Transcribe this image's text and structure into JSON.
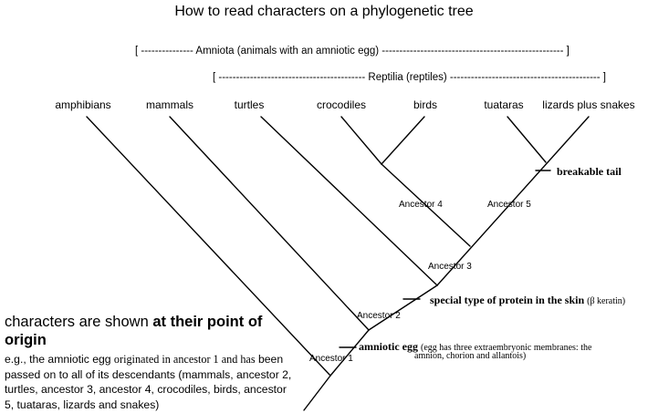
{
  "title": "How to read characters on a phylogenetic tree",
  "brackets": {
    "amniota": "[ --------------- Amniota (animals with an amniotic egg) ---------------------------------------------------- ]",
    "reptilia": "[ ------------------------------------------ Reptilia  (reptiles) ------------------------------------------- ]"
  },
  "taxa": [
    "amphibians",
    "mammals",
    "turtles",
    "crocodiles",
    "birds",
    "tuataras",
    "lizards plus snakes"
  ],
  "ancestors": {
    "a1": "Ancestor 1",
    "a2": "Ancestor 2",
    "a3": "Ancestor 3",
    "a4": "Ancestor 4",
    "a5": "Ancestor 5"
  },
  "characters": {
    "tail": "breakable tail",
    "protein": "special type of protein in the skin",
    "protein_note": "(β keratin)",
    "egg": "amniotic egg",
    "egg_note_1": "(egg has three extraembryonic membranes: the",
    "egg_note_2": "amnion, chorion and allantois)"
  },
  "legend": {
    "lead_1": "characters are shown ",
    "lead_bold": "at their point of origin",
    "note_1": "e.g., the amniotic egg ",
    "note_serif": "originated in ancestor 1 and has",
    "note_2": "been passed on to all of its descendants (mammals, ancestor 2, turtles, ancestor 3, ancestor 4, crocodiles, birds,  ancestor 5, tuataras, lizards and snakes)"
  }
}
